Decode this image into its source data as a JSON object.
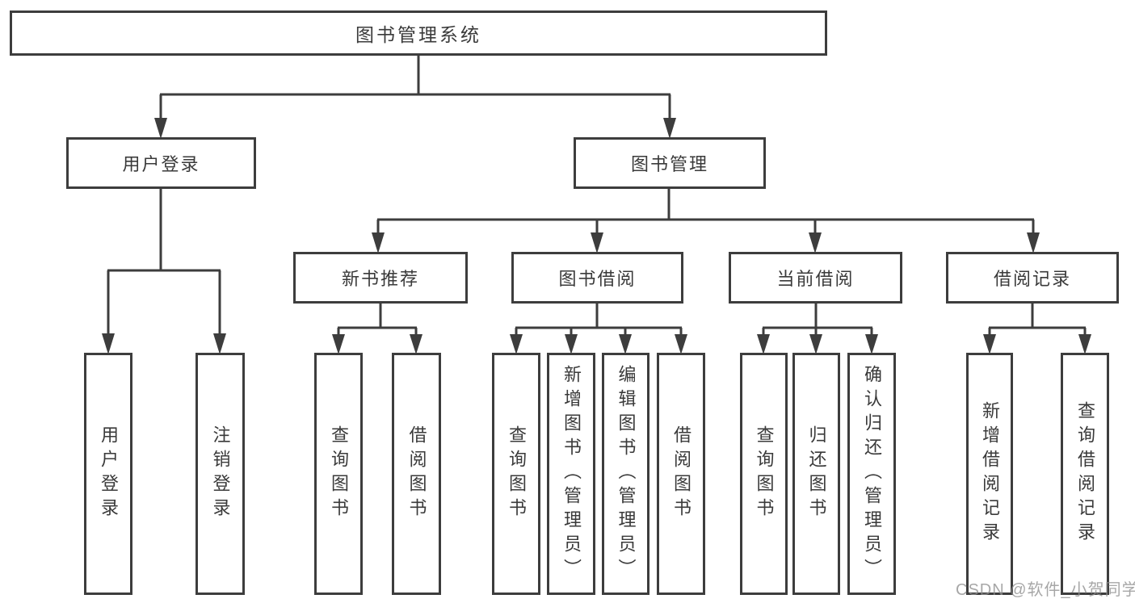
{
  "colors": {
    "line": "#3d3d3d",
    "text": "#3a3a3a",
    "box_background": "#ffffff",
    "watermark": "#8f8f8f"
  },
  "watermark": "CSDN @软件_小贺同学",
  "tree": {
    "root": "图书管理系统",
    "branches": [
      {
        "label": "用户登录",
        "children": [
          "用户登录",
          "注销登录"
        ]
      },
      {
        "label": "图书管理",
        "children": [
          {
            "label": "新书推荐",
            "children": [
              "查询图书",
              "借阅图书"
            ]
          },
          {
            "label": "图书借阅",
            "children": [
              "查询图书",
              "新增图书（管理员）",
              "编辑图书（管理员）",
              "借阅图书"
            ]
          },
          {
            "label": "当前借阅",
            "children": [
              "查询图书",
              "归还图书",
              "确认归还（管理员）"
            ]
          },
          {
            "label": "借阅记录",
            "children": [
              "新增借阅记录",
              "查询借阅记录"
            ]
          }
        ]
      }
    ]
  }
}
